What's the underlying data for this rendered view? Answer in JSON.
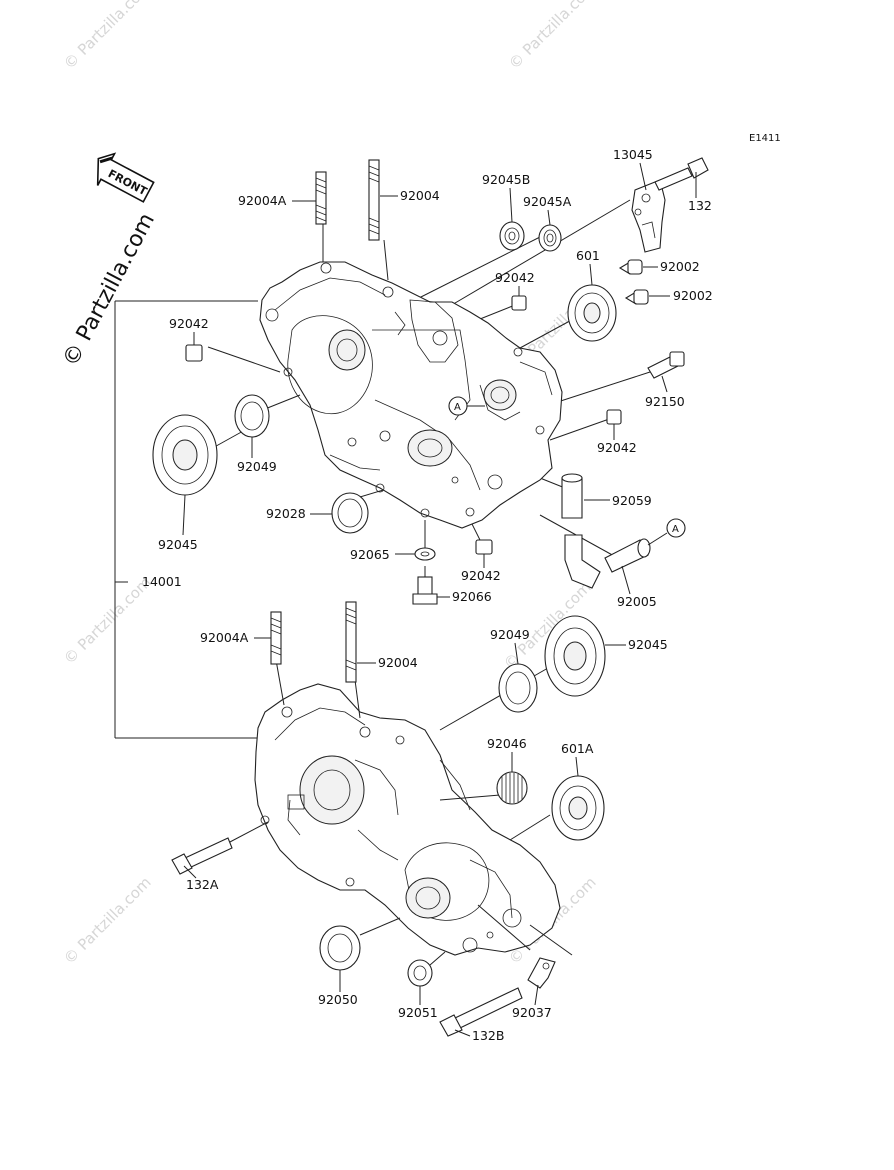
{
  "diagram_code": "E1411",
  "front_label": "FRONT",
  "watermark": "© Partzilla.com",
  "callout_marker": "A",
  "labels": {
    "p92004a_top": "92004A",
    "p92004_top": "92004",
    "p92045b": "92045B",
    "p92045a": "92045A",
    "p13045": "13045",
    "p132": "132",
    "p92002_a": "92002",
    "p92002_b": "92002",
    "p601": "601",
    "p92042_r1": "92042",
    "p92042_l": "92042",
    "p92150": "92150",
    "p92042_r2": "92042",
    "p92049_top": "92049",
    "p92045_left": "92045",
    "p92028": "92028",
    "p92059": "92059",
    "p92065": "92065",
    "p92042_bottom": "92042",
    "p92066": "92066",
    "p92005": "92005",
    "p14001": "14001",
    "p92004a_bot": "92004A",
    "p92004_bot": "92004",
    "p92049_bot": "92049",
    "p92045_right": "92045",
    "p92046": "92046",
    "p601a": "601A",
    "p132a": "132A",
    "p92050": "92050",
    "p92051": "92051",
    "p92037": "92037",
    "p132b": "132B"
  }
}
